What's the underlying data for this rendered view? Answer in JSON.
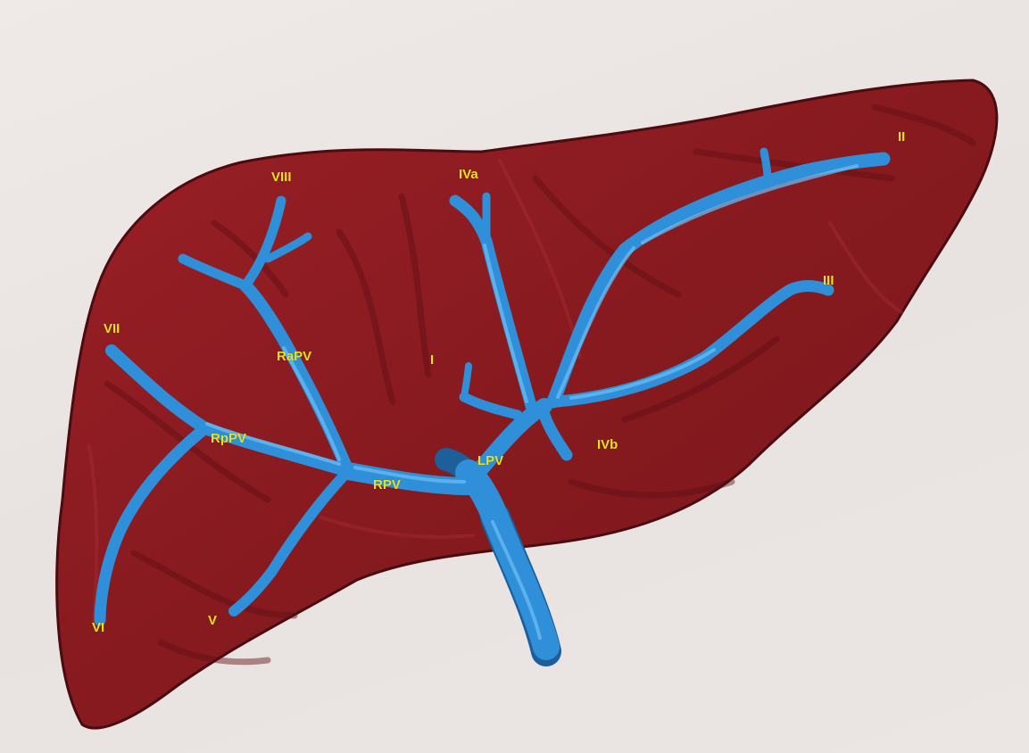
{
  "colors": {
    "label": "#e8e21c",
    "liver": "#8e1b20",
    "liver_dark": "#5e0f14",
    "vessel": "#2f8fd8",
    "vessel_light": "#5cb4ef",
    "paper": "#ece6e4"
  },
  "labels": {
    "viii": "VIII",
    "iva": "IVa",
    "ii": "II",
    "iii": "III",
    "vii": "VII",
    "rapv": "RaPV",
    "i": "I",
    "rppv": "RpPV",
    "ivb": "IVb",
    "lpv": "LPV",
    "rpv": "RPV",
    "vi": "VI",
    "v": "V"
  }
}
